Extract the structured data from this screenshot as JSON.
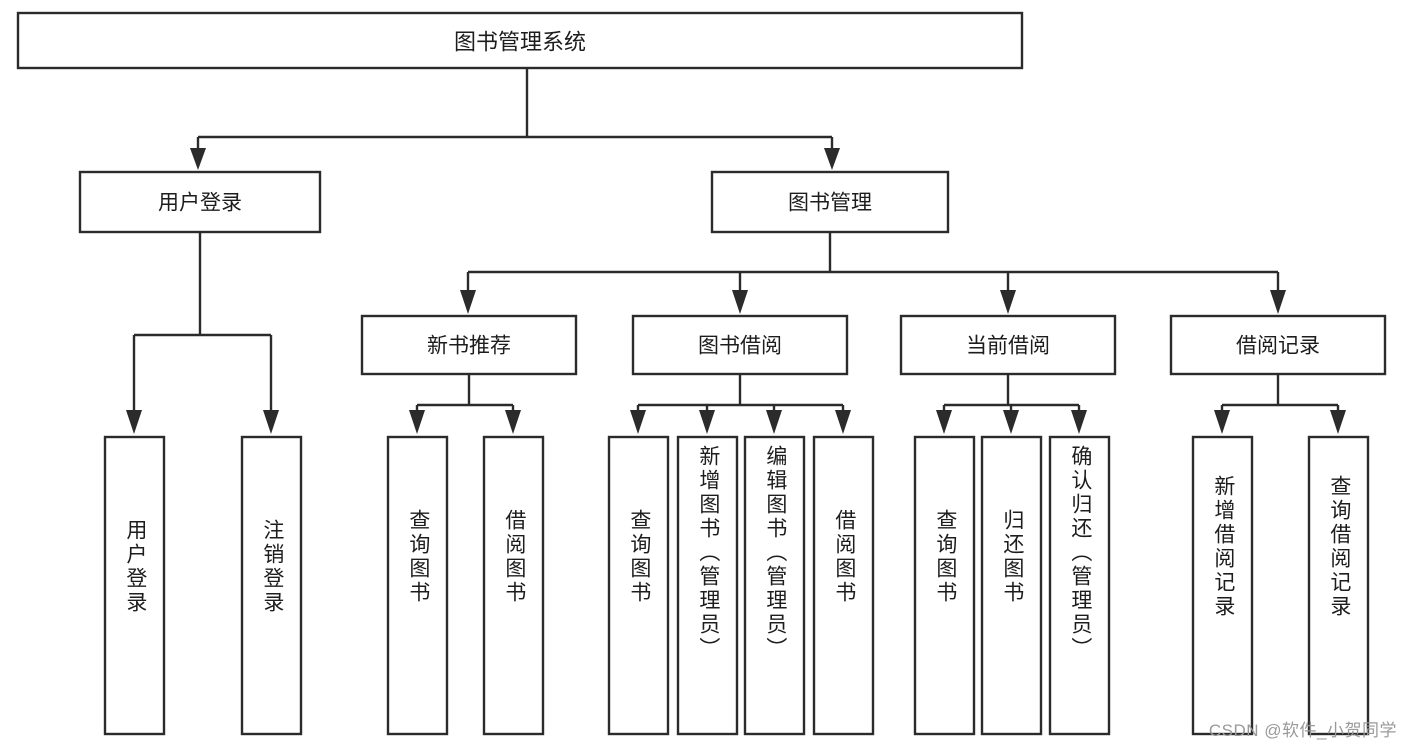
{
  "diagram": {
    "type": "tree",
    "title": "图书管理系统",
    "orientation": "top-down",
    "colors": {
      "box_stroke": "#2b2b2b",
      "box_fill": "#ffffff",
      "text": "#1d1d1d",
      "connector": "#2b2b2b",
      "watermark": "#9a9a9a",
      "background": "#ffffff"
    },
    "root": {
      "label": "图书管理系统"
    },
    "level2": [
      {
        "label": "用户登录"
      },
      {
        "label": "图书管理"
      }
    ],
    "level3": [
      {
        "label": "新书推荐"
      },
      {
        "label": "图书借阅"
      },
      {
        "label": "当前借阅"
      },
      {
        "label": "借阅记录"
      }
    ],
    "leaves": {
      "user_login": [
        {
          "label": "用户登录"
        },
        {
          "label": "注销登录"
        }
      ],
      "new_book": [
        {
          "label": "查询图书"
        },
        {
          "label": "借阅图书"
        }
      ],
      "book_borrow": [
        {
          "label": "查询图书"
        },
        {
          "label": "新增图书（管理员）"
        },
        {
          "label": "编辑图书（管理员）"
        },
        {
          "label": "借阅图书"
        }
      ],
      "current_borrow": [
        {
          "label": "查询图书"
        },
        {
          "label": "归还图书"
        },
        {
          "label": "确认归还（管理员）"
        }
      ],
      "borrow_record": [
        {
          "label": "新增借阅记录"
        },
        {
          "label": "查询借阅记录"
        }
      ]
    },
    "watermark": "CSDN @软件_小贺同学"
  }
}
